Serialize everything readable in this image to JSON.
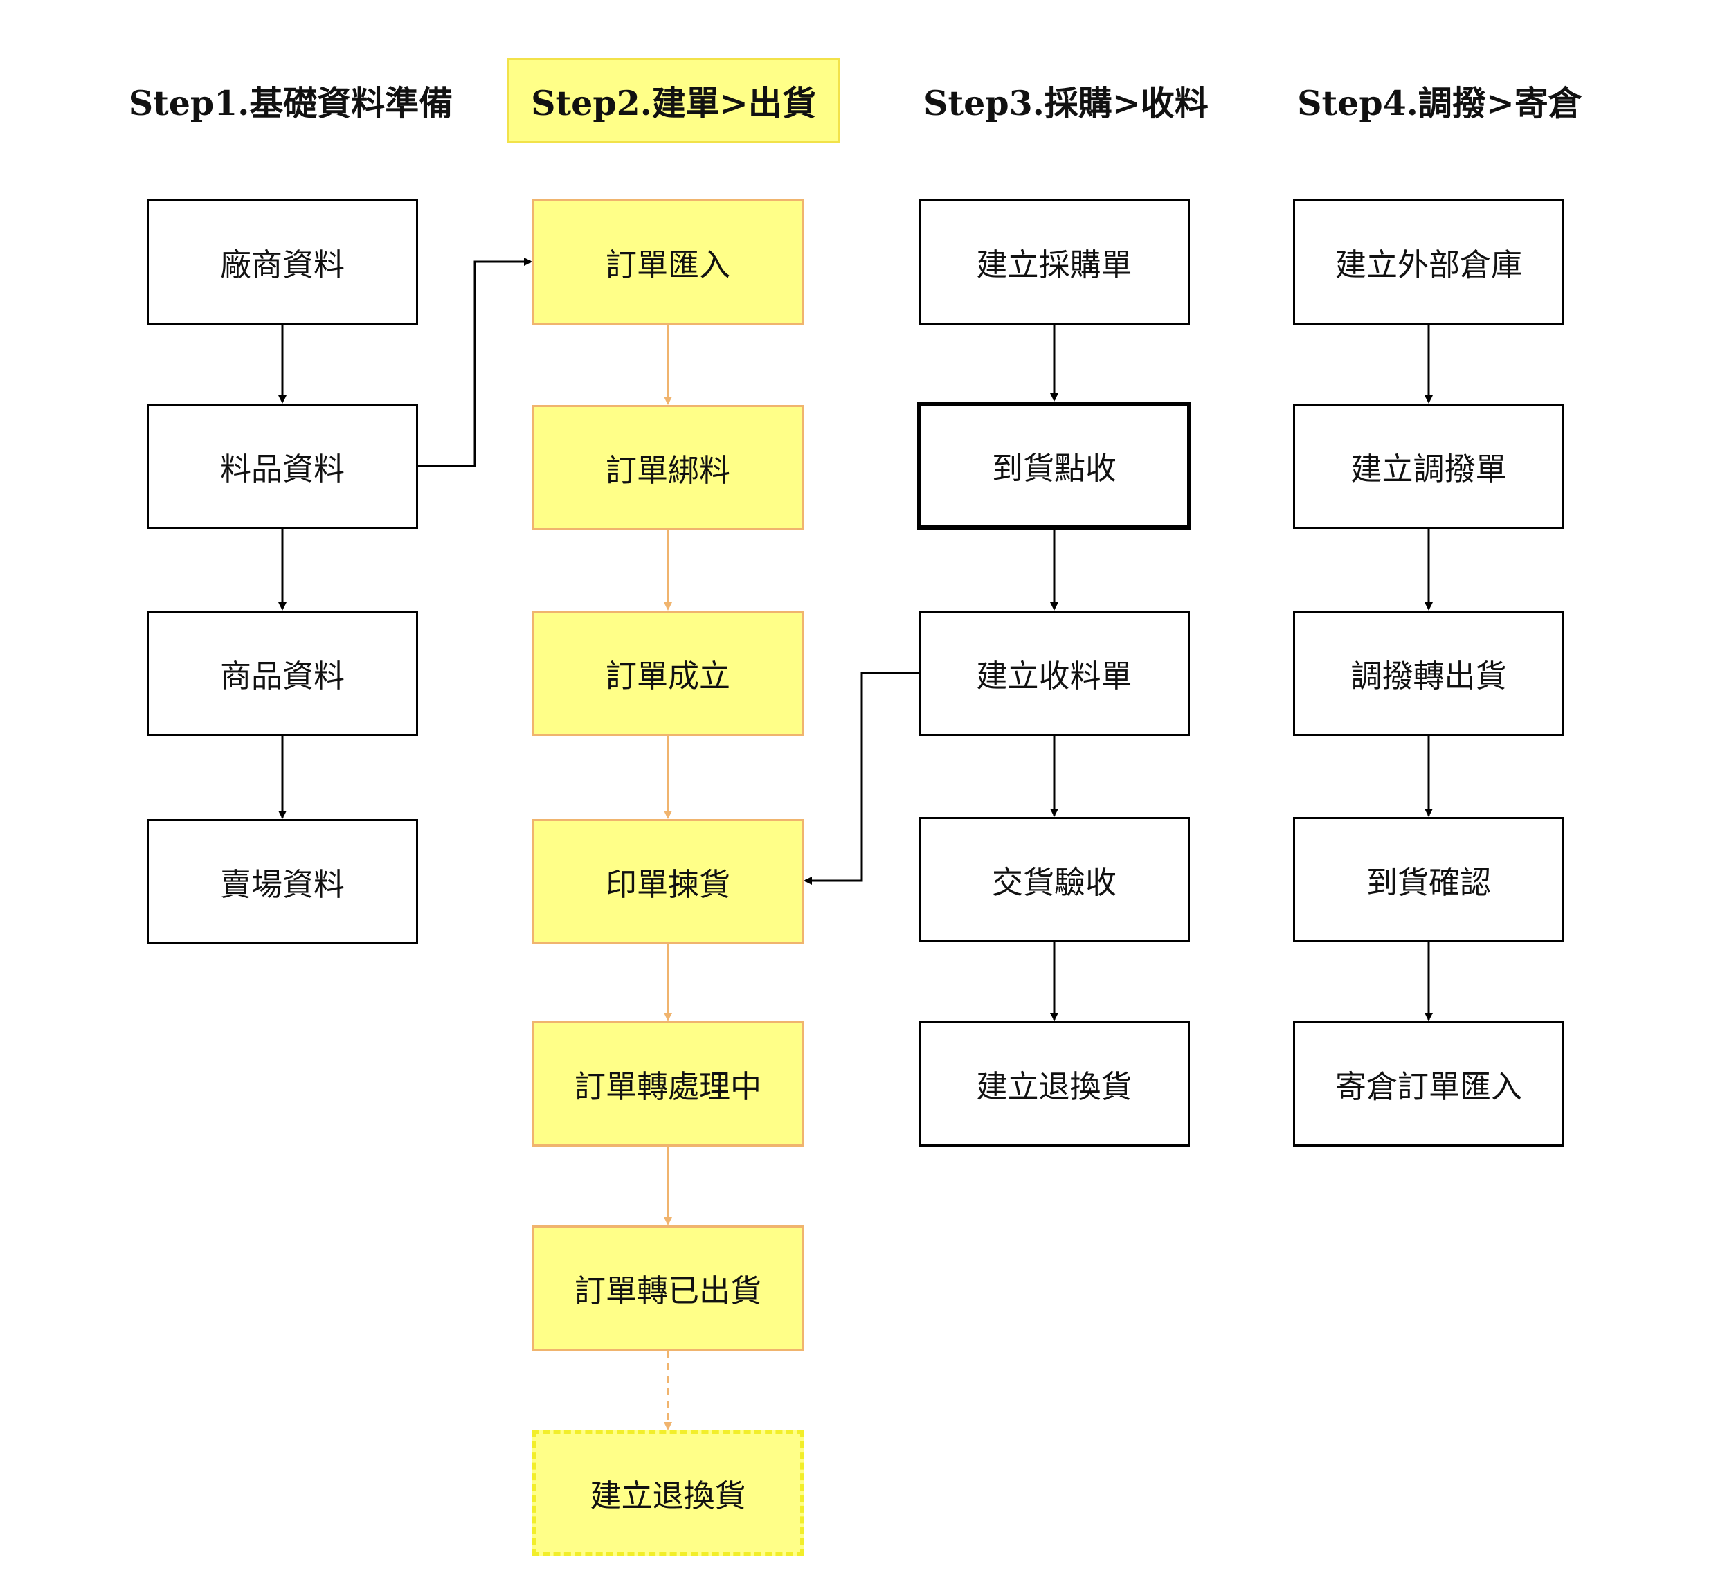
{
  "colors": {
    "highlight_fill": "#ffff88",
    "highlight_border": "#f0b46e",
    "step2_arrow": "#f0b46e",
    "line": "#000000"
  },
  "columns": [
    {
      "title": "Step1.基礎資料準備",
      "highlighted": false,
      "steps": [
        "廠商資料",
        "料品資料",
        "商品資料",
        "賣場資料"
      ]
    },
    {
      "title": "Step2.建單>出貨",
      "highlighted": true,
      "steps": [
        "訂單匯入",
        "訂單綁料",
        "訂單成立",
        "印單揀貨",
        "訂單轉處理中",
        "訂單轉已出貨",
        "建立退換貨"
      ]
    },
    {
      "title": "Step3.採購>收料",
      "highlighted": false,
      "steps": [
        "建立採購單",
        "到貨點收",
        "建立收料單",
        "交貨驗收",
        "建立退換貨"
      ]
    },
    {
      "title": "Step4.調撥>寄倉",
      "highlighted": false,
      "steps": [
        "建立外部倉庫",
        "建立調撥單",
        "調撥轉出貨",
        "到貨確認",
        "寄倉訂單匯入"
      ]
    }
  ],
  "cross_links": [
    {
      "from": "料品資料",
      "to": "訂單匯入"
    },
    {
      "from": "建立收料單",
      "to": "印單揀貨"
    }
  ],
  "optional_links": [
    {
      "from": "訂單轉已出貨",
      "to": "建立退換貨"
    }
  ]
}
